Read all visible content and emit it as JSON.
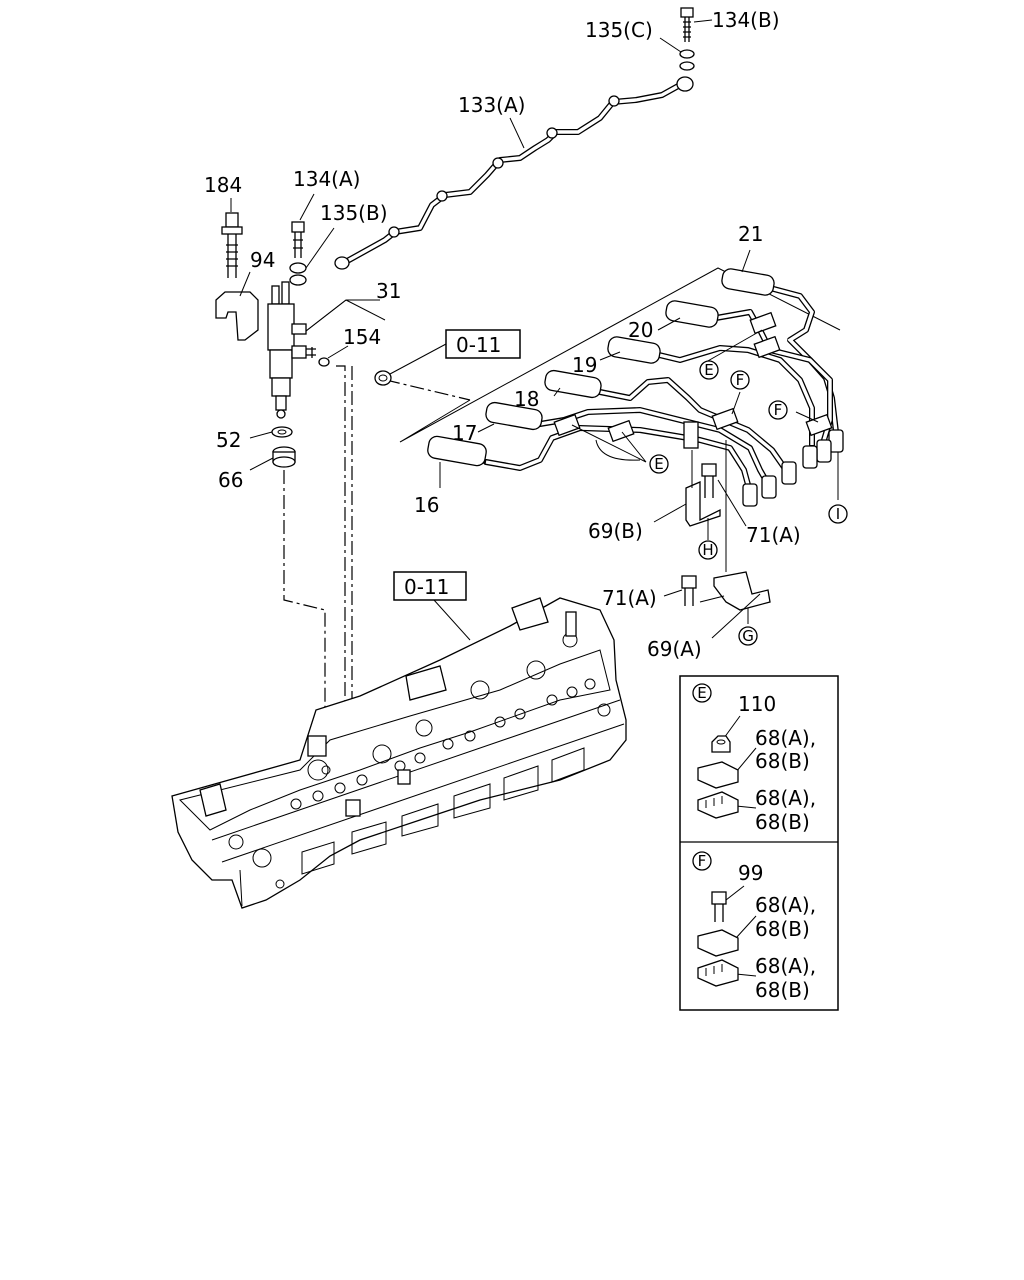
{
  "callouts": {
    "c135C": "135(C)",
    "c134B": "134(B)",
    "c133A": "133(A)",
    "c184": "184",
    "c134A": "134(A)",
    "c135B": "135(B)",
    "c94": "94",
    "c31": "31",
    "c154": "154",
    "c21": "21",
    "c20": "20",
    "c19": "19",
    "c18": "18",
    "c17": "17",
    "c16": "16",
    "c52": "52",
    "c66": "66",
    "c69B": "69(B)",
    "c71A_1": "71(A)",
    "c71A_2": "71(A)",
    "c69A": "69(A)"
  },
  "ref_boxes": {
    "ref1": "0-11",
    "ref2": "0-11"
  },
  "markers": {
    "E": "E",
    "F": "F",
    "G": "G",
    "H": "H",
    "I": "I"
  },
  "inset_E": {
    "marker": "E",
    "part_nut": "110",
    "label_a1": "68(A),",
    "label_b1": "68(B)",
    "label_a2": "68(A),",
    "label_b2": "68(B)"
  },
  "inset_F": {
    "marker": "F",
    "part_bolt": "99",
    "label_a1": "68(A),",
    "label_b1": "68(B)",
    "label_a2": "68(A),",
    "label_b2": "68(B)"
  }
}
